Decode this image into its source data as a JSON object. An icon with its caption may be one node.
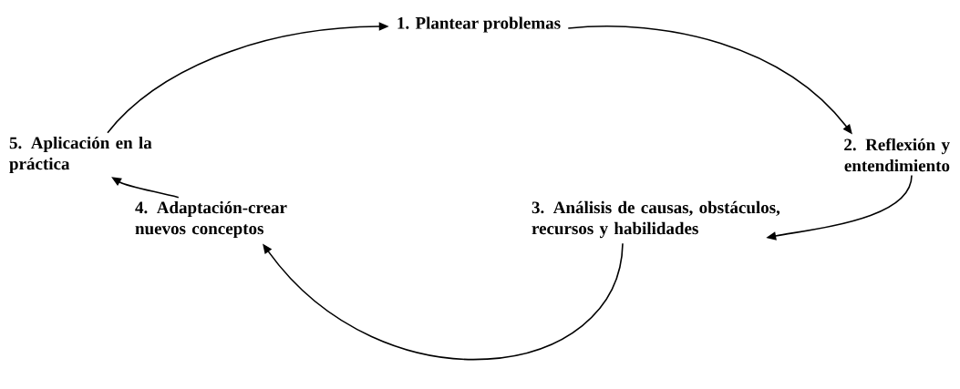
{
  "diagram": {
    "nodes": [
      {
        "text": [
          "1. Plantear problemas"
        ]
      },
      {
        "text": [
          "2. Reflexión y entendimiento"
        ]
      },
      {
        "text": [
          "3. Análisis de causas, obstáculos, recursos y habilidades"
        ]
      },
      {
        "text": [
          "4. Adaptación-crear nuevos conceptos"
        ]
      },
      {
        "text": [
          "5. Aplicación en la práctica"
        ]
      }
    ],
    "edges": [
      {
        "from": 0,
        "to": 1,
        "arrow": "to"
      },
      {
        "from": 1,
        "to": 2,
        "arrow": "to"
      },
      {
        "from": 2,
        "to": 3,
        "arrow": "to"
      },
      {
        "from": 3,
        "to": 4,
        "arrow": "to"
      },
      {
        "from": 4,
        "to": 0,
        "arrow": "to"
      }
    ]
  }
}
